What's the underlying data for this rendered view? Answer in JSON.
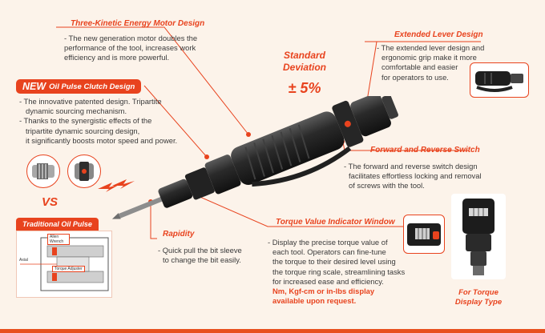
{
  "motor": {
    "title": "Three-Kinetic Energy Motor Design",
    "lines": [
      "- The new generation motor doubles the",
      "performance of the tool, increases work",
      "efficiency and is more powerful."
    ]
  },
  "deviation": {
    "line1": "Standard",
    "line2": "Deviation",
    "value": "± 5%"
  },
  "lever": {
    "title": "Extended Lever Design",
    "lines": [
      "- The extended lever design and",
      "ergonomic grip make it more",
      "comfortable and easier",
      "for operators to use."
    ]
  },
  "clutch": {
    "badge_new": "NEW",
    "badge_text": "Oil Pulse Clutch Design",
    "lines": [
      "- The innovative patented design. Tripartite",
      "dynamic sourcing mechanism.",
      "- Thanks to the synergistic effects of the",
      "tripartite dynamic sourcing design,",
      "it significantly boosts motor speed and power."
    ]
  },
  "vs": "VS",
  "traditional": {
    "label": "Traditional Oil Pulse",
    "diagram_labels": [
      "Allen Wrench",
      "Axial",
      "Torque Adjuster"
    ]
  },
  "switch": {
    "title": "Forward and Reverse Switch",
    "lines": [
      "- The forward and reverse switch design",
      "facilitates effortless locking and removal",
      "of screws with the tool."
    ]
  },
  "torque": {
    "title": "Torque Value Indicator Window",
    "lines": [
      "- Display the precise torque value of",
      "each tool. Operators can fine-tune",
      "the torque to their desired level using",
      "the torque ring scale, streamlining tasks",
      "for increased ease and efficiency."
    ],
    "red_lines": [
      "Nm, Kgf-cm or in-lbs display",
      "available upon request."
    ]
  },
  "rapidity": {
    "title": "Rapidity",
    "lines": [
      "- Quick pull the bit sleeve",
      "to change the bit easily."
    ]
  },
  "torque_display": {
    "line1": "For Torque",
    "line2": "Display Type"
  },
  "colors": {
    "accent": "#e8431e",
    "background": "#fcf3ea",
    "tool_body": "#1e1e1e"
  }
}
